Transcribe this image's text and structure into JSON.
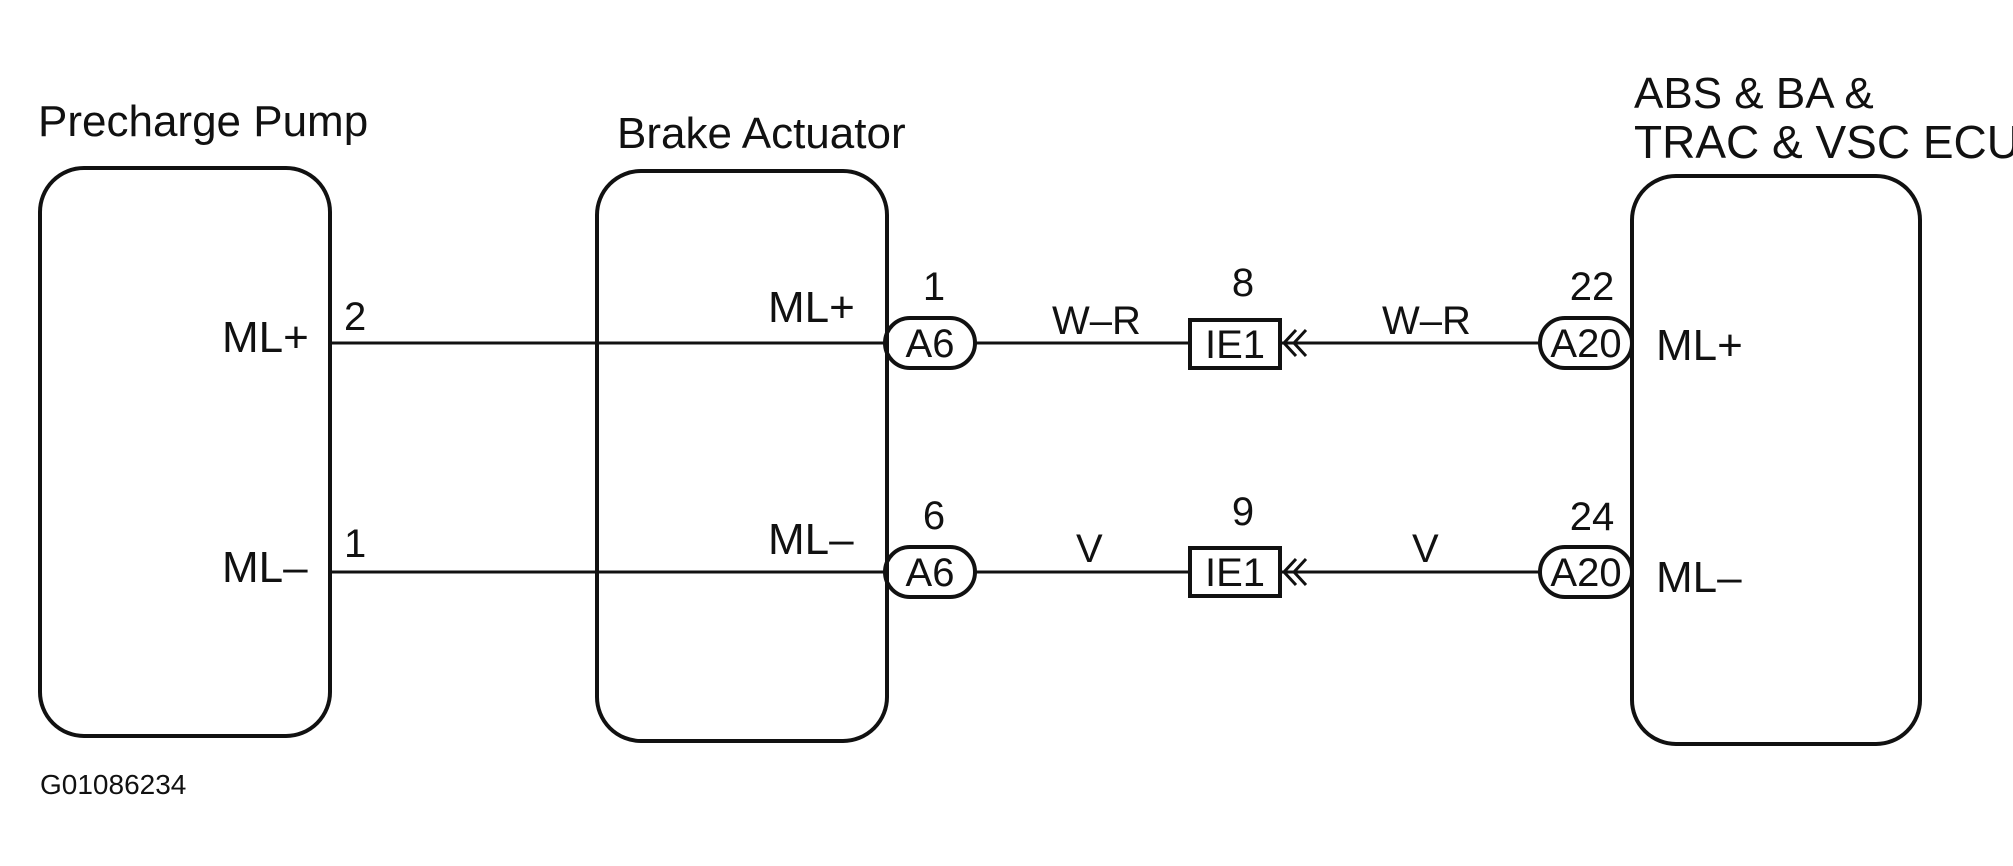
{
  "components": {
    "precharge_pump": {
      "title": "Precharge Pump",
      "terminal_ml_plus": "ML+",
      "terminal_ml_minus": "ML–",
      "pin_ml_plus": "2",
      "pin_ml_minus": "1"
    },
    "brake_actuator": {
      "title": "Brake Actuator",
      "terminal_ml_plus": "ML+",
      "terminal_ml_minus": "ML–"
    },
    "ecu": {
      "title_line1": "ABS & BA &",
      "title_line2": "TRAC & VSC ECU",
      "terminal_ml_plus": "ML+",
      "terminal_ml_minus": "ML–"
    }
  },
  "connectors": {
    "a6_top": {
      "label": "A6",
      "pin": "1"
    },
    "a6_bottom": {
      "label": "A6",
      "pin": "6"
    },
    "ie1_top": {
      "label": "IE1",
      "pin": "8"
    },
    "ie1_bottom": {
      "label": "IE1",
      "pin": "9"
    },
    "a20_top": {
      "label": "A20",
      "pin": "22"
    },
    "a20_bottom": {
      "label": "A20",
      "pin": "24"
    }
  },
  "wires": {
    "top_left": "W–R",
    "top_right": "W–R",
    "bottom_left": "V",
    "bottom_right": "V"
  },
  "figure_code": "G01086234"
}
